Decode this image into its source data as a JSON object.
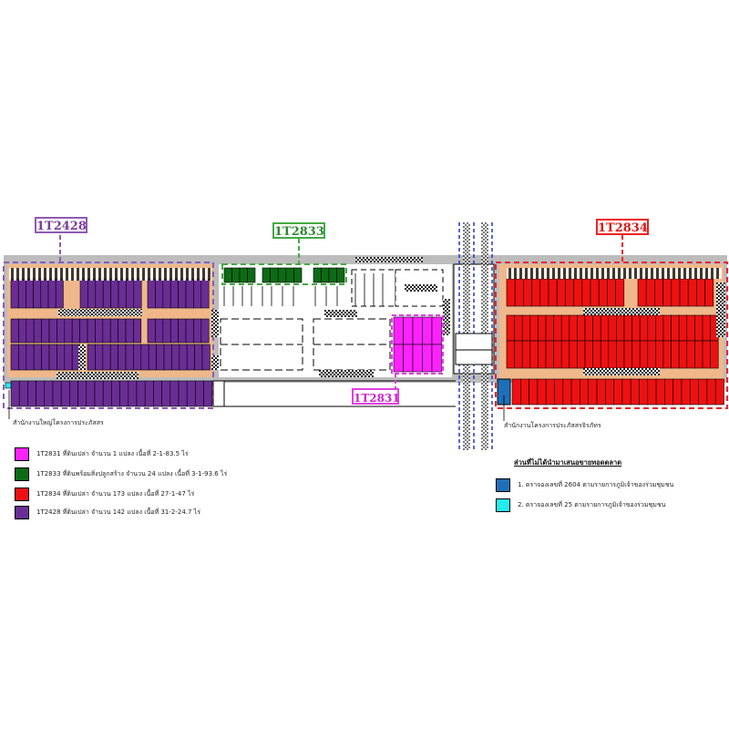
{
  "zones": [
    {
      "id": "1T2428",
      "color": "#6a2d94",
      "border": "#8e5bb2"
    },
    {
      "id": "1T2833",
      "color": "#0c6b14",
      "border": "#44aa44"
    },
    {
      "id": "1T2834",
      "color": "#ee1111",
      "border": "#ee2222"
    },
    {
      "id": "1T2831",
      "color": "#ff22ff",
      "border": "#e040e0"
    }
  ],
  "notes": {
    "left": "สำนักงานใหญ่โครงการประภัสสร",
    "right": "สำนักงานโครงการประภัสสรจิรภัทร"
  },
  "legend": [
    {
      "color": "#ff22ff",
      "text": "1T2831 ที่ดินเปล่า จำนวน 1 แปลง เนื้อที่ 2-1-83.5 ไร่"
    },
    {
      "color": "#0c6b14",
      "text": "1T2833 ที่ดินพร้อมสิ่งปลูกสร้าง จำนวน 24 แปลง เนื้อที่ 3-1-93.6 ไร่"
    },
    {
      "color": "#ee1111",
      "text": "1T2834 ที่ดินเปล่า จำนวน 173 แปลง เนื้อที่ 27-1-47 ไร่"
    },
    {
      "color": "#6a2d94",
      "text": "1T2428 ที่ดินเปล่า จำนวน 142 แปลง เนื้อที่ 31-2-24.7 ไร่"
    }
  ],
  "legend_excluded": {
    "title": "ส่วนที่ไม่ได้นำมาเสนอขายทอดตลาด",
    "items": [
      {
        "color": "#1f6fb8",
        "text": "1. ตราจองเลขที่ 2604 ตามรายการภูมิเจ้าของร่วมชุมชน"
      },
      {
        "color": "#22eeee",
        "text": "2. ตราจองเลขที่ 25 ตามรายการภูมิเจ้าของร่วมชุมชน"
      }
    ]
  }
}
